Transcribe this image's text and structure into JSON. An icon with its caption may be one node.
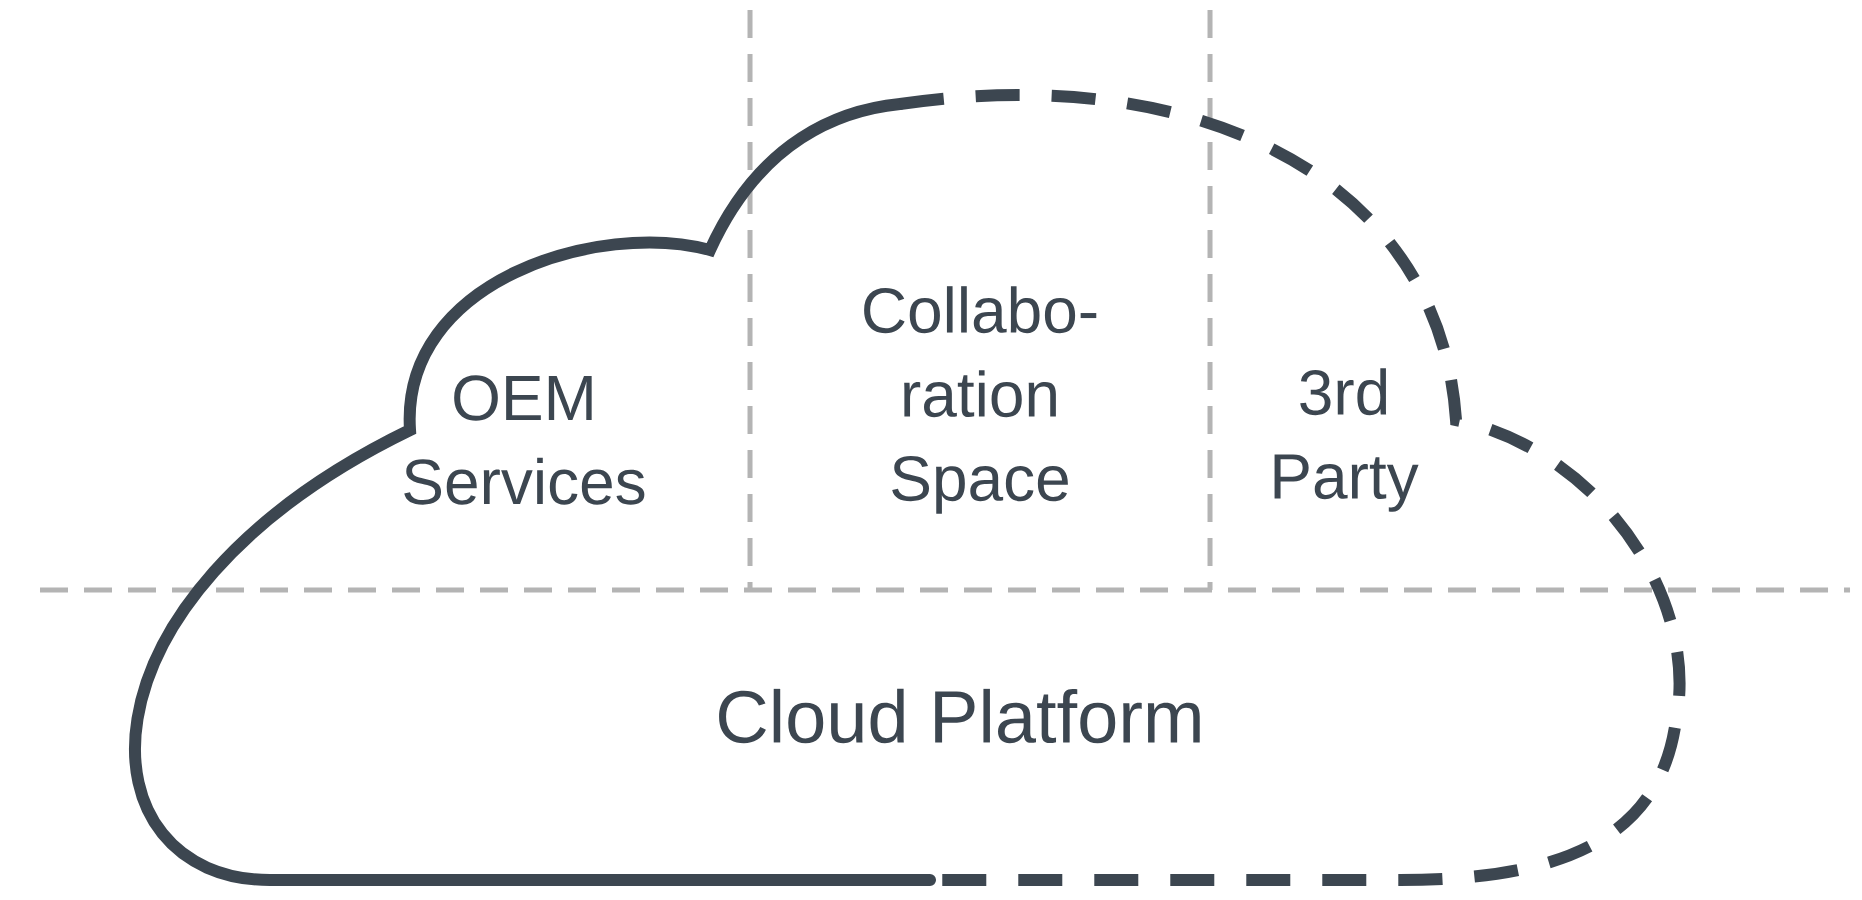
{
  "diagram": {
    "nodes": [
      {
        "text": [
          "Cloud Platform"
        ]
      }
    ],
    "labels": [
      "OEM Services",
      "Collabo- ration Space",
      "3rd Party"
    ]
  }
}
